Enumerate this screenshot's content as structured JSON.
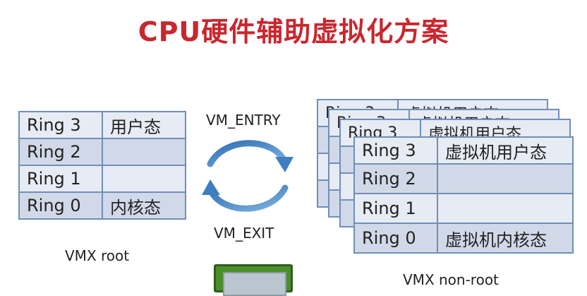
{
  "title": "CPU硬件辅助虚拟化方案",
  "colors": {
    "title": "#c9272e",
    "table_border": "#6f8fb8",
    "row_light": "#e7ebf3",
    "row_dark": "#d1d9e8",
    "arrow": "#3d7fc0"
  },
  "vmx_root": {
    "caption": "VMX root",
    "rows": [
      {
        "ring": "Ring 3",
        "mode": "用户态"
      },
      {
        "ring": "Ring 2",
        "mode": ""
      },
      {
        "ring": "Ring 1",
        "mode": ""
      },
      {
        "ring": "Ring 0",
        "mode": "内核态"
      }
    ]
  },
  "transitions": {
    "entry": "VM_ENTRY",
    "exit": "VM_EXIT"
  },
  "vmx_non_root": {
    "caption": "VMX non-root",
    "back_rows": [
      {
        "ring": "Ring 3",
        "mode": "虚拟机用户态"
      },
      {
        "ring": "Ring 3",
        "mode": "虚拟机用户态"
      },
      {
        "ring": "Ring 3",
        "mode": "虚拟机用户态"
      }
    ],
    "rows": [
      {
        "ring": "Ring 3",
        "mode": "虚拟机用户态"
      },
      {
        "ring": "Ring 2",
        "mode": ""
      },
      {
        "ring": "Ring 1",
        "mode": ""
      },
      {
        "ring": "Ring 0",
        "mode": "虚拟机内核态"
      }
    ]
  },
  "icons": {
    "cycle": "cycle-arrows-icon",
    "chip": "cpu-chip-icon"
  }
}
